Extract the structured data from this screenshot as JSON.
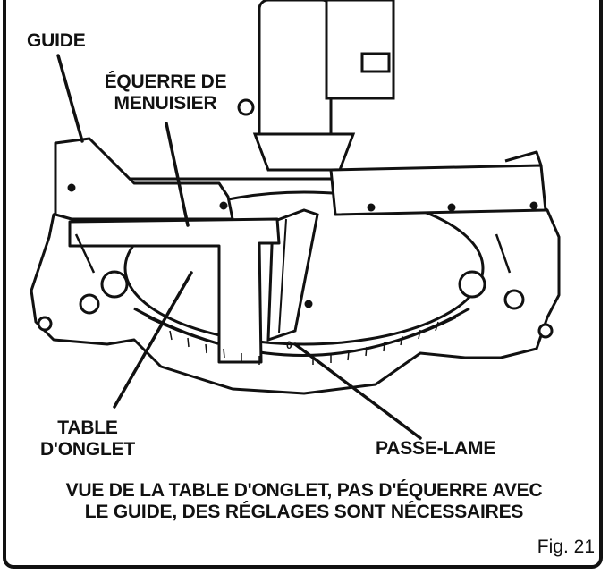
{
  "labels": {
    "guide": "GUIDE",
    "equerre_line1": "ÉQUERRE DE",
    "equerre_line2": "MENUISIER",
    "table_line1": "TABLE",
    "table_line2": "D'ONGLET",
    "passe_lame": "PASSE-LAME"
  },
  "caption": {
    "line1": "VUE DE LA TABLE D'ONGLET, PAS D'ÉQUERRE AVEC",
    "line2": "LE GUIDE, DES RÉGLAGES SONT NÉCESSAIRES"
  },
  "figure_label": "Fig. 21",
  "scale_marks": [
    "0"
  ]
}
